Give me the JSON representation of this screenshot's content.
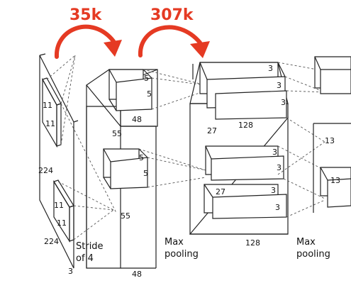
{
  "annotations": {
    "params_conv1": "35k",
    "params_conv2": "307k",
    "accent_color": "#e53a23"
  },
  "input": {
    "width_label": "224",
    "height_label": "224",
    "depth_label": "3",
    "kernel_h": "11",
    "kernel_w": "11",
    "kernel2_h": "11",
    "kernel2_w": "11",
    "stride_line1": "Stride",
    "stride_line2": "of 4"
  },
  "conv1": {
    "kernel_top_h": "5",
    "kernel_top_w": "5",
    "kernel_bot_h": "5",
    "kernel_bot_w": "5",
    "size_top": "55",
    "size_bottom": "55",
    "depth_top": "48",
    "depth_bottom": "48",
    "pool_line1": "Max",
    "pool_line2": "pooling"
  },
  "conv2": {
    "kernel_a": "3",
    "kernel_b": "3",
    "kernel_c": "3",
    "kernel_d": "3",
    "kernel_e": "3",
    "kernel_f": "3",
    "size_top": "27",
    "size_bottom": "27",
    "depth_top": "128",
    "depth_bottom": "128",
    "pool_line1": "Max",
    "pool_line2": "pooling"
  },
  "conv3": {
    "size_top": "13",
    "size_bottom": "13"
  }
}
